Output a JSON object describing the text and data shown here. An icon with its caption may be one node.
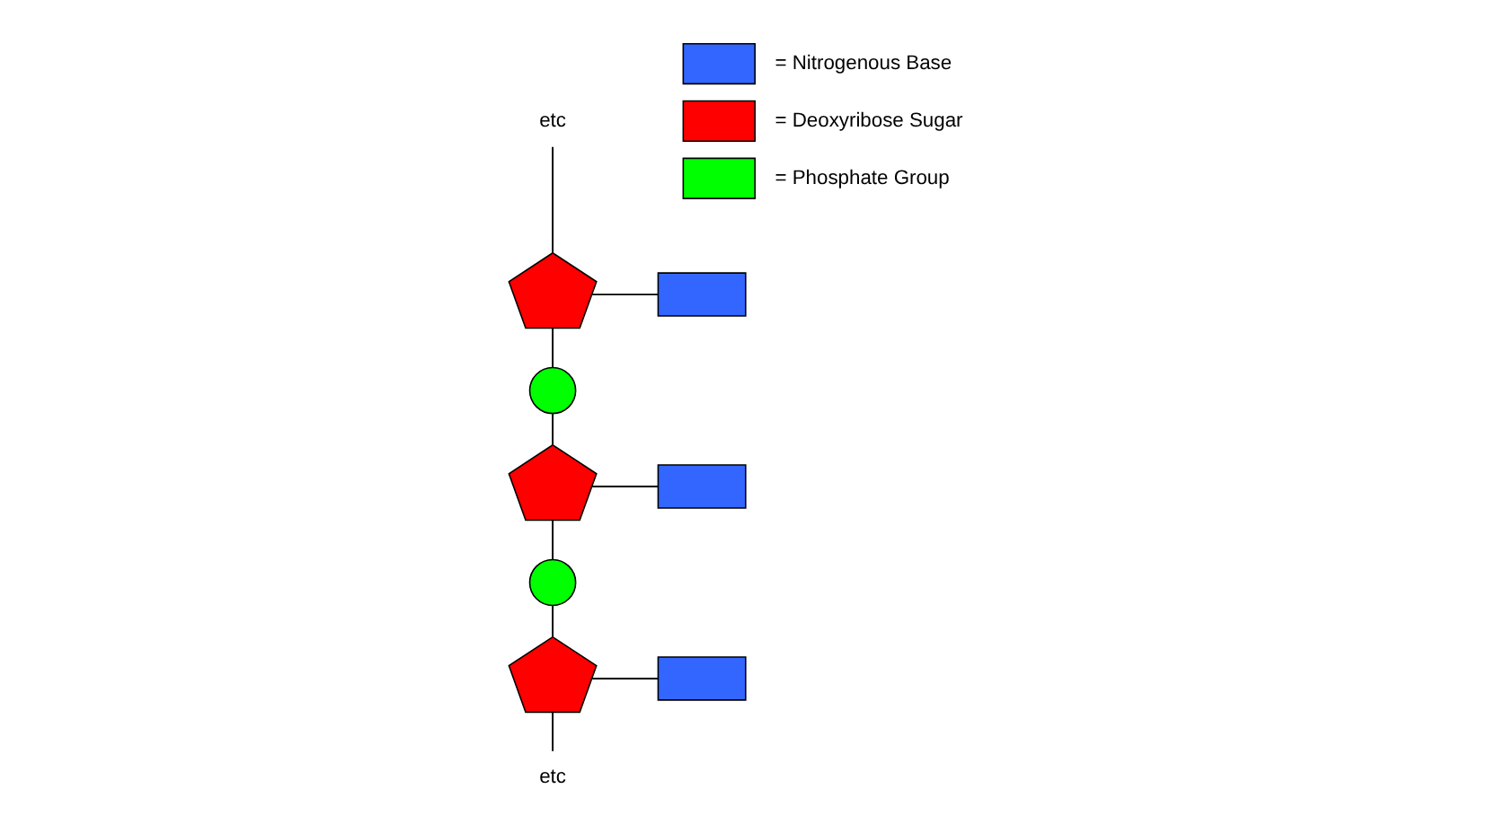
{
  "diagram": {
    "nodes": [
      {
        "text": [
          "etc"
        ]
      },
      {
        "text": [],
        "shape": "pentagon"
      },
      {
        "text": [],
        "shape": "box"
      },
      {
        "text": [],
        "shape": "circle"
      },
      {
        "text": [],
        "shape": "pentagon"
      },
      {
        "text": [],
        "shape": "box"
      },
      {
        "text": [],
        "shape": "circle"
      },
      {
        "text": [],
        "shape": "pentagon"
      },
      {
        "text": [],
        "shape": "box"
      },
      {
        "text": [
          "etc"
        ]
      }
    ],
    "edges": [
      {
        "from": 0,
        "to": 1,
        "arrow": "none"
      },
      {
        "from": 1,
        "to": 2,
        "arrow": "none"
      },
      {
        "from": 1,
        "to": 3,
        "arrow": "none"
      },
      {
        "from": 3,
        "to": 4,
        "arrow": "none"
      },
      {
        "from": 4,
        "to": 5,
        "arrow": "none"
      },
      {
        "from": 4,
        "to": 6,
        "arrow": "none"
      },
      {
        "from": 6,
        "to": 7,
        "arrow": "none"
      },
      {
        "from": 7,
        "to": 8,
        "arrow": "none"
      },
      {
        "from": 7,
        "to": 9,
        "arrow": "none"
      }
    ],
    "legend": [
      {
        "text": "= Nitrogenous Base",
        "color": "#3366ff"
      },
      {
        "text": "= Deoxyribose Sugar",
        "color": "#ff0000"
      },
      {
        "text": "= Phosphate Group",
        "color": "#00ff00"
      }
    ]
  }
}
